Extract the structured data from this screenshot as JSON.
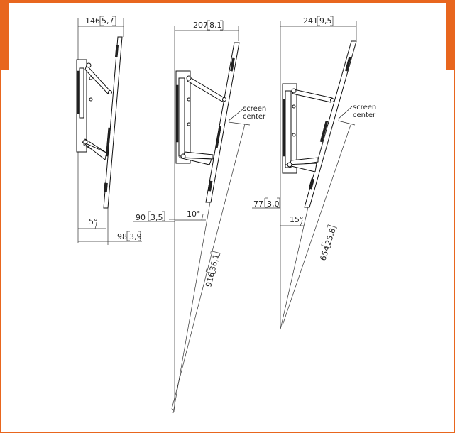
{
  "colors": {
    "accent": "#e8661e",
    "line": "#111111"
  },
  "views": [
    {
      "top_width": "146",
      "top_width_in": "5,7",
      "tilt_angle": "5°",
      "bottom_depth": "98",
      "bottom_depth_in": "3,9"
    },
    {
      "top_width": "207",
      "top_width_in": "8,1",
      "tilt_angle": "10°",
      "left_offset": "90",
      "left_offset_in": "3,5",
      "screen_center_label_1": "screen",
      "screen_center_label_2": "center",
      "diagonal": "916",
      "diagonal_in": "36,1"
    },
    {
      "top_width": "241",
      "top_width_in": "9,5",
      "tilt_angle": "15°",
      "left_offset": "77",
      "left_offset_in": "3,0",
      "screen_center_label_1": "screen",
      "screen_center_label_2": "center",
      "diagonal": "654",
      "diagonal_in": "25,8"
    }
  ]
}
